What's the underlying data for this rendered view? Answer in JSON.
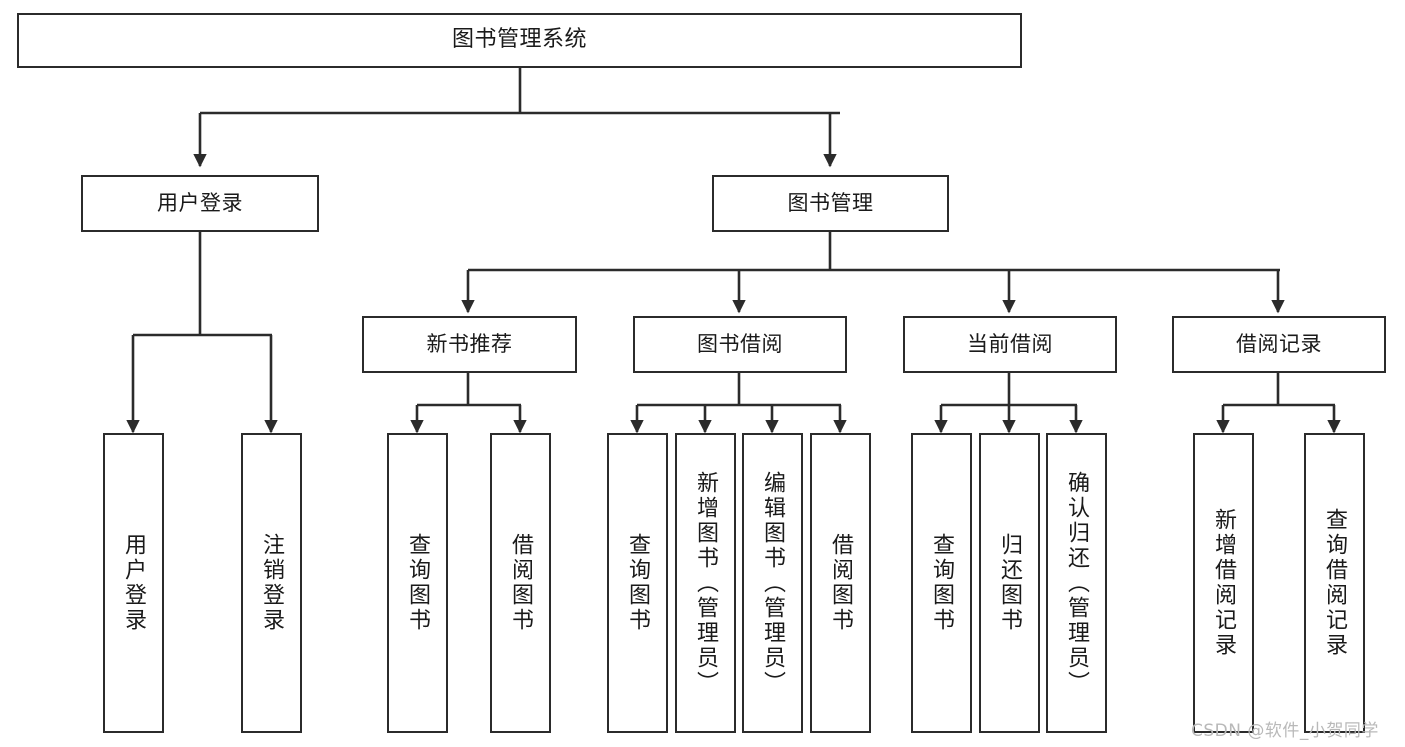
{
  "diagram": {
    "title": "图书管理系统",
    "type": "hierarchy-tree",
    "stroke_color": "#2b2b2b",
    "fill_color": "#ffffff",
    "text_color": "#1a1a1a",
    "nodes": {
      "root": {
        "label": "图书管理系统"
      },
      "level2": [
        {
          "label": "用户登录"
        },
        {
          "label": "图书管理"
        }
      ],
      "level3": [
        {
          "label": "新书推荐"
        },
        {
          "label": "图书借阅"
        },
        {
          "label": "当前借阅"
        },
        {
          "label": "借阅记录"
        }
      ],
      "leaves": [
        {
          "label": "用户登录"
        },
        {
          "label": "注销登录"
        },
        {
          "label": "查询图书"
        },
        {
          "label": "借阅图书"
        },
        {
          "label": "查询图书"
        },
        {
          "label": "新增图书（管理员）"
        },
        {
          "label": "编辑图书（管理员）"
        },
        {
          "label": "借阅图书"
        },
        {
          "label": "查询图书"
        },
        {
          "label": "归还图书"
        },
        {
          "label": "确认归还（管理员）"
        },
        {
          "label": "新增借阅记录"
        },
        {
          "label": "查询借阅记录"
        }
      ]
    }
  },
  "watermark": {
    "text": "CSDN @软件_小贺同学"
  }
}
